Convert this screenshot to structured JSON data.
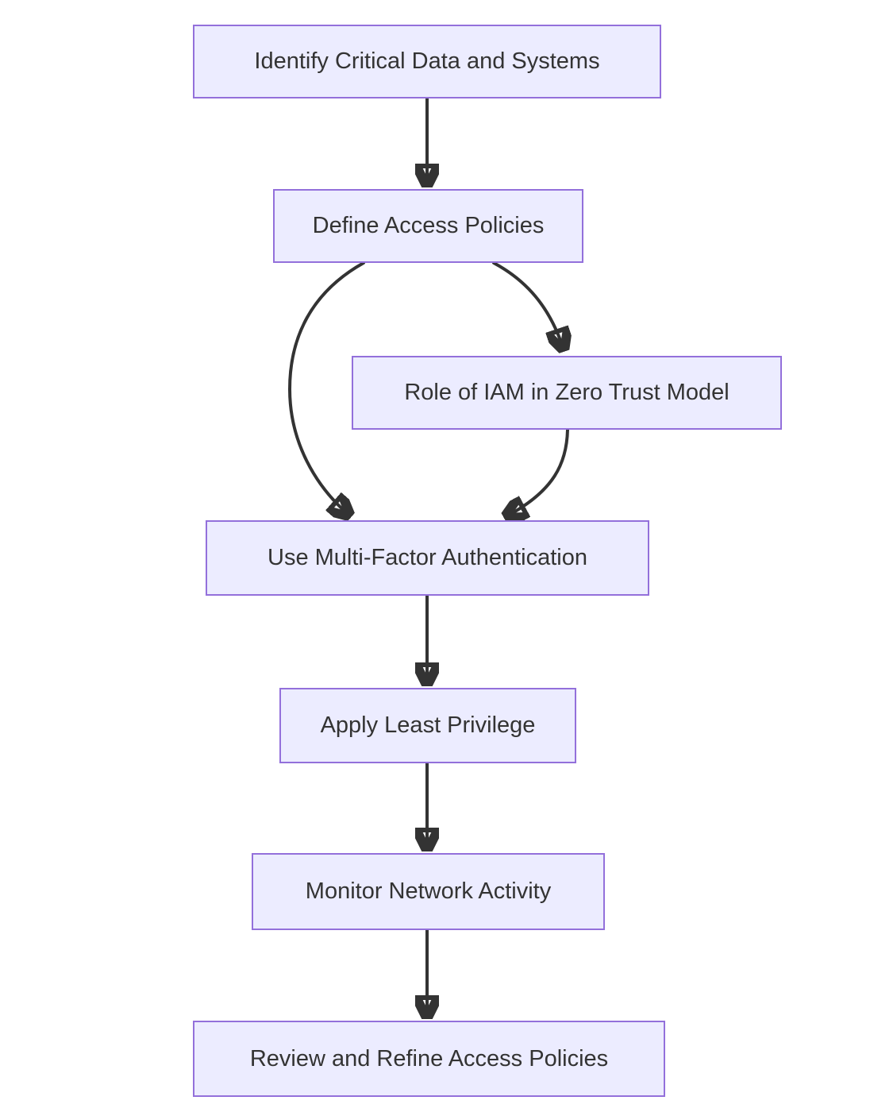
{
  "diagram": {
    "type": "flowchart",
    "direction": "top-down",
    "nodes": [
      {
        "id": "identify-critical-data",
        "label": "Identify Critical Data and Systems"
      },
      {
        "id": "define-access-policies",
        "label": "Define Access Policies"
      },
      {
        "id": "role-of-iam",
        "label": "Role of IAM in Zero Trust Model"
      },
      {
        "id": "use-mfa",
        "label": "Use Multi-Factor Authentication"
      },
      {
        "id": "apply-least-privilege",
        "label": "Apply Least Privilege"
      },
      {
        "id": "monitor-network-activity",
        "label": "Monitor Network Activity"
      },
      {
        "id": "review-refine-policies",
        "label": "Review and Refine Access Policies"
      }
    ],
    "edges": [
      {
        "from": "Identify Critical Data and Systems",
        "to": "Define Access Policies"
      },
      {
        "from": "Define Access Policies",
        "to": "Use Multi-Factor Authentication"
      },
      {
        "from": "Define Access Policies",
        "to": "Role of IAM in Zero Trust Model"
      },
      {
        "from": "Role of IAM in Zero Trust Model",
        "to": "Use Multi-Factor Authentication"
      },
      {
        "from": "Use Multi-Factor Authentication",
        "to": "Apply Least Privilege"
      },
      {
        "from": "Apply Least Privilege",
        "to": "Monitor Network Activity"
      },
      {
        "from": "Monitor Network Activity",
        "to": "Review and Refine Access Policies"
      }
    ],
    "colors": {
      "node_fill": "#ECECFF",
      "node_border": "#9370DB",
      "node_text": "#333333",
      "edge_stroke": "#333333",
      "background": "#FFFFFF"
    }
  }
}
